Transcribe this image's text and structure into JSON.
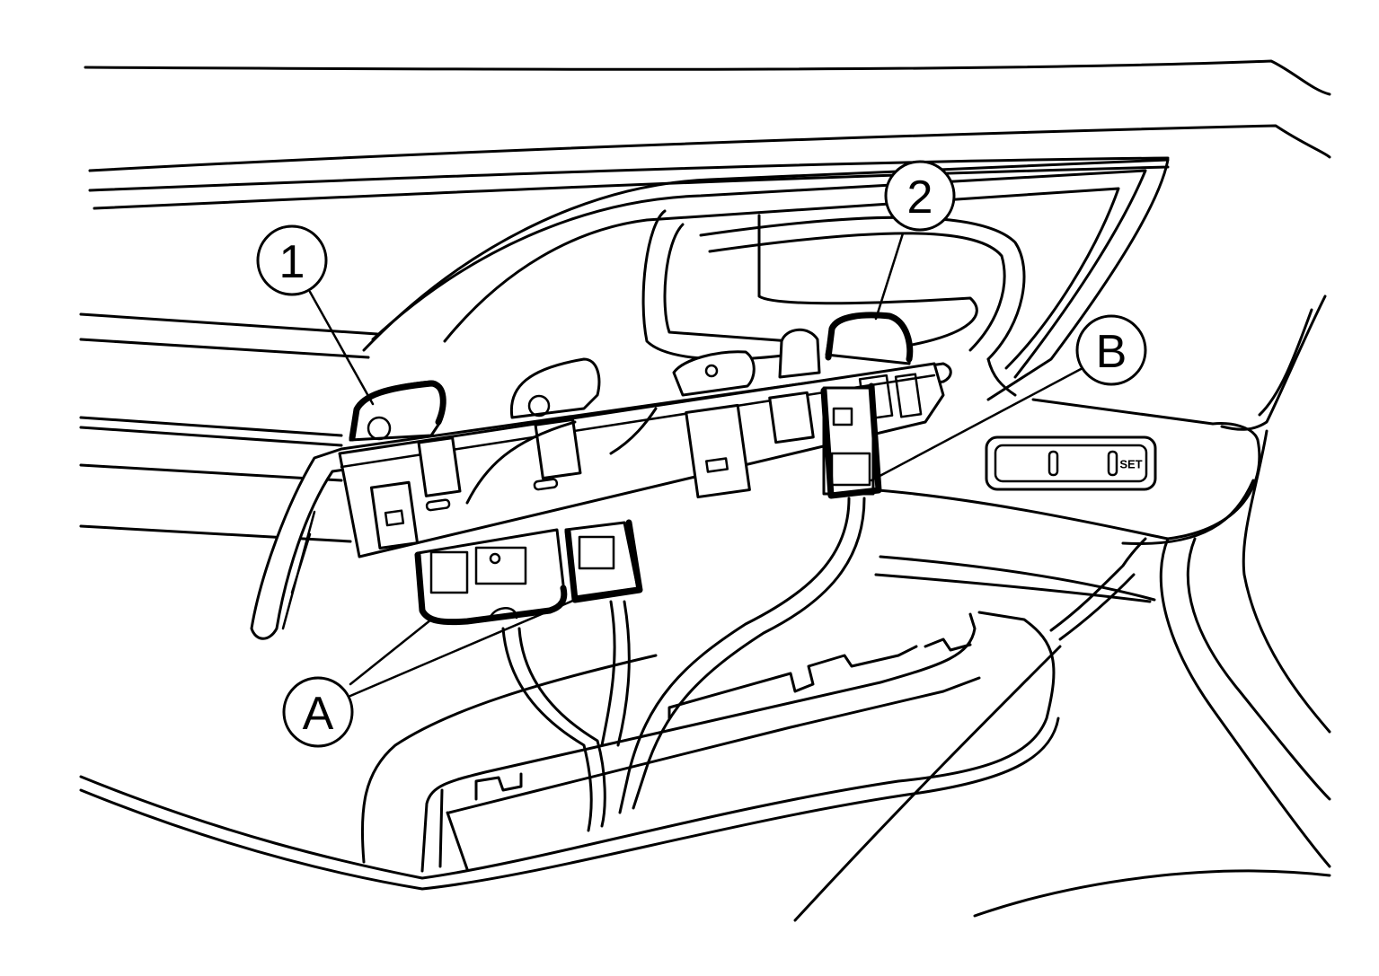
{
  "callouts": {
    "one": "1",
    "two": "2",
    "a": "A",
    "b": "B"
  },
  "set_button_label": "SET"
}
